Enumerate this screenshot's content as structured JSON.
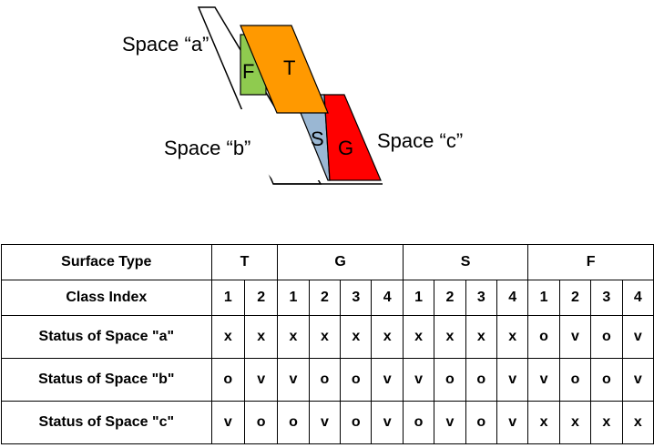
{
  "figure": {
    "labels": {
      "space_a": "Space “a”",
      "space_b": "Space “b”",
      "space_c": "Space “c”",
      "F": "F",
      "T": "T",
      "S": "S",
      "G": "G"
    },
    "colors": {
      "F": "#8fcb4f",
      "T": "#ff9900",
      "S": "#9ab7d3",
      "G": "#ff0000",
      "outline": "#000000"
    }
  },
  "table": {
    "row_headers": {
      "surface_type": "Surface Type",
      "class_index": "Class Index",
      "status_a": "Status of Space \"a\"",
      "status_b": "Status of Space \"b\"",
      "status_c": "Status of Space \"c\""
    },
    "surface_types": [
      {
        "label": "T",
        "span": 2
      },
      {
        "label": "G",
        "span": 4
      },
      {
        "label": "S",
        "span": 4
      },
      {
        "label": "F",
        "span": 4
      }
    ],
    "class_index": [
      "1",
      "2",
      "1",
      "2",
      "3",
      "4",
      "1",
      "2",
      "3",
      "4",
      "1",
      "2",
      "3",
      "4"
    ],
    "status_a": [
      "x",
      "x",
      "x",
      "x",
      "x",
      "x",
      "x",
      "x",
      "x",
      "x",
      "o",
      "v",
      "o",
      "v"
    ],
    "status_b": [
      "o",
      "v",
      "v",
      "o",
      "o",
      "v",
      "v",
      "o",
      "o",
      "v",
      "v",
      "o",
      "o",
      "v"
    ],
    "status_c": [
      "v",
      "o",
      "o",
      "v",
      "o",
      "v",
      "o",
      "v",
      "o",
      "v",
      "x",
      "x",
      "x",
      "x"
    ]
  }
}
